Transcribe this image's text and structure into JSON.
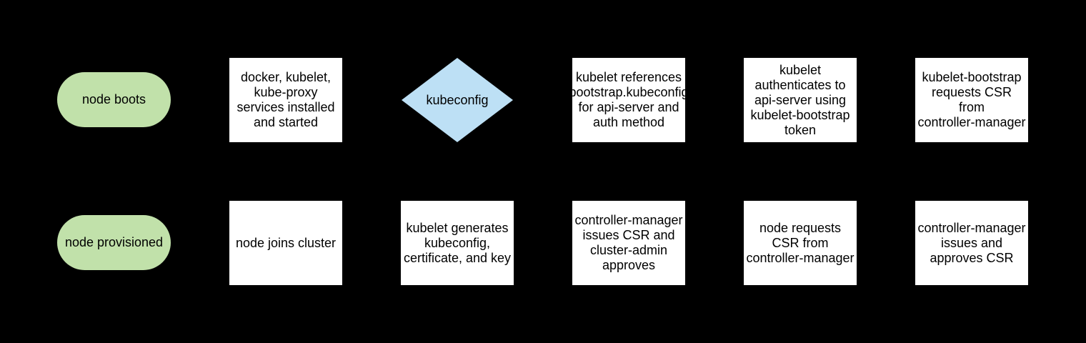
{
  "colors": {
    "background": "#000000",
    "terminator_fill": "#c1e1aa",
    "process_fill": "#ffffff",
    "decision_fill": "#bde0f5",
    "text": "#000000"
  },
  "nodes": {
    "node_boots": {
      "type": "terminator",
      "label": "node boots"
    },
    "services_installed": {
      "type": "process",
      "label": "docker, kubelet,\nkube-proxy\nservices installed\nand started"
    },
    "kubeconfig_decision": {
      "type": "decision",
      "label": "kubeconfig"
    },
    "kubelet_references": {
      "type": "process",
      "label": "kubelet references\nbootstrap.kubeconfig\nfor api-server and\nauth method"
    },
    "kubelet_authenticates": {
      "type": "process",
      "label": "kubelet\nauthenticates to\napi-server using\nkubelet-bootstrap\ntoken"
    },
    "bootstrap_requests_csr": {
      "type": "process",
      "label": "kubelet-bootstrap\nrequests CSR\nfrom\ncontroller-manager"
    },
    "node_provisioned": {
      "type": "terminator",
      "label": "node provisioned"
    },
    "node_joins_cluster": {
      "type": "process",
      "label": "node joins cluster"
    },
    "kubelet_generates": {
      "type": "process",
      "label": "kubelet generates\nkubeconfig,\ncertificate, and key"
    },
    "cm_issues_admin_approves": {
      "type": "process",
      "label": "controller-manager\nissues CSR and\ncluster-admin\napproves"
    },
    "node_requests_csr": {
      "type": "process",
      "label": "node requests\nCSR from\ncontroller-manager"
    },
    "cm_issues_and_approves": {
      "type": "process",
      "label": "controller-manager\nissues and\napproves CSR"
    }
  }
}
